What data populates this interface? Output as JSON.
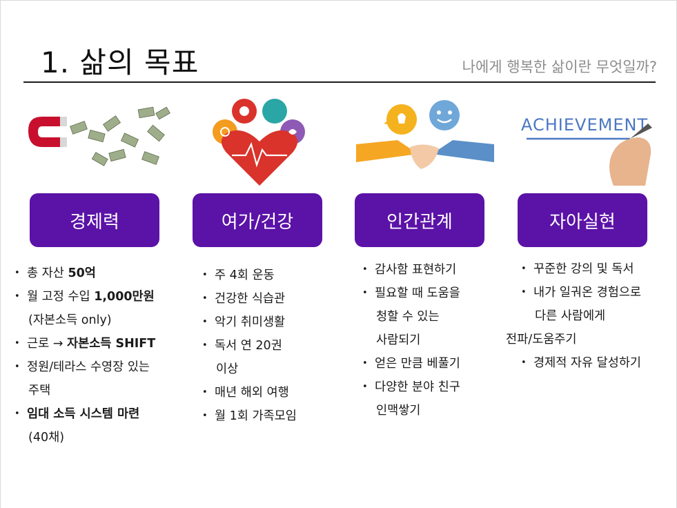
{
  "header": {
    "title": "1. 삶의 목표",
    "subtitle": "나에게 행복한 삶이란 무엇일까?"
  },
  "columns": [
    {
      "label": "경제력",
      "image": "magnet-money-icon",
      "items": [
        {
          "pre": "총 자산 ",
          "bold": "50억",
          "post": ""
        },
        {
          "pre": "월 고정 수입 ",
          "bold": "1,000만원",
          "post": ""
        },
        {
          "cont": "(자본소득 only)"
        },
        {
          "pre": "근로 → ",
          "bold": "자본소득 SHIFT",
          "post": ""
        },
        {
          "pre": "정원/테라스 수영장 있는",
          "bold": "",
          "post": ""
        },
        {
          "cont": "주택"
        },
        {
          "pre": "",
          "bold": "임대 소득 시스템 마련",
          "post": ""
        },
        {
          "cont": "(40채)"
        }
      ]
    },
    {
      "label": "여가/건강",
      "image": "health-heart-icon",
      "items": [
        {
          "pre": "주 4회 운동"
        },
        {
          "pre": "건강한 식습관"
        },
        {
          "pre": "악기 취미생활"
        },
        {
          "pre": "독서 연 20권"
        },
        {
          "cont": "이상"
        },
        {
          "pre": "매년 해외 여행"
        },
        {
          "pre": "월 1회 가족모임"
        }
      ]
    },
    {
      "label": "인간관계",
      "image": "handshake-icon",
      "items": [
        {
          "pre": "감사함 표현하기"
        },
        {
          "pre": "필요할 때 도움을"
        },
        {
          "cont": "청할 수 있는"
        },
        {
          "cont": "사람되기"
        },
        {
          "pre": "얻은 만큼 베풀기"
        },
        {
          "pre": "다양한 분야 친구"
        },
        {
          "cont": "인맥쌓기"
        }
      ]
    },
    {
      "label": "자아실현",
      "image": "achievement-writing-icon",
      "image_text": "ACHIEVEMENT",
      "items": [
        {
          "pre": "꾸준한 강의 및 독서"
        },
        {
          "pre": "내가 일궈온 경험으로"
        },
        {
          "cont": "다른 사람에게"
        },
        {
          "flush": "전파/도움주기"
        },
        {
          "pre": "경제적 자유 달성하기"
        }
      ]
    }
  ],
  "colors": {
    "pill": "#5b12a7",
    "rule": "#1a1a1a",
    "subtitle": "#8c8c8c"
  }
}
